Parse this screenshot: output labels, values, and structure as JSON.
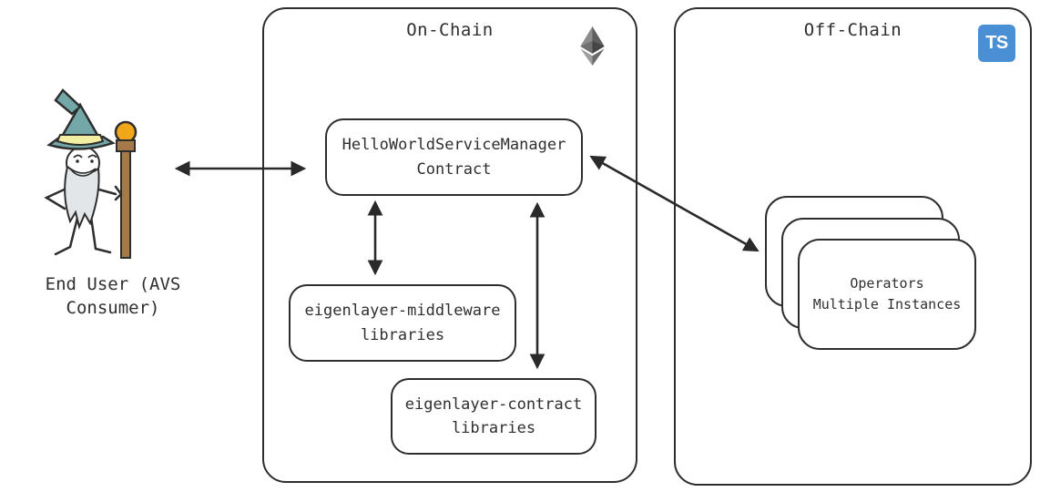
{
  "end_user": {
    "label_line1": "End User",
    "label_line2": "(AVS Consumer)"
  },
  "on_chain": {
    "title": "On-Chain",
    "service_manager_box": {
      "line1": "HelloWorldServiceManager",
      "line2": "Contract"
    },
    "middleware_box": {
      "line1": "eigenlayer-middleware",
      "line2": "libraries"
    },
    "contract_box": {
      "line1": "eigenlayer-contract",
      "line2": "libraries"
    }
  },
  "off_chain": {
    "title": "Off-Chain",
    "ts_badge_label": "TS",
    "operators_box": {
      "line1": "Operators",
      "line2": "Multiple Instances"
    }
  },
  "icons": {
    "ethereum": "ethereum-diamond-icon",
    "typescript": "typescript-logo-icon",
    "wizard": "wizard-end-user-illustration"
  },
  "colors": {
    "stroke": "#2e2e2e",
    "ts_blue": "#4a8fd4",
    "hat_teal": "#74a8a8",
    "hat_band_yellow": "#f2eea2",
    "staff_brown": "#a5794a",
    "orb_orange": "#f2a71b",
    "beard_gray": "#e3e6e9"
  }
}
